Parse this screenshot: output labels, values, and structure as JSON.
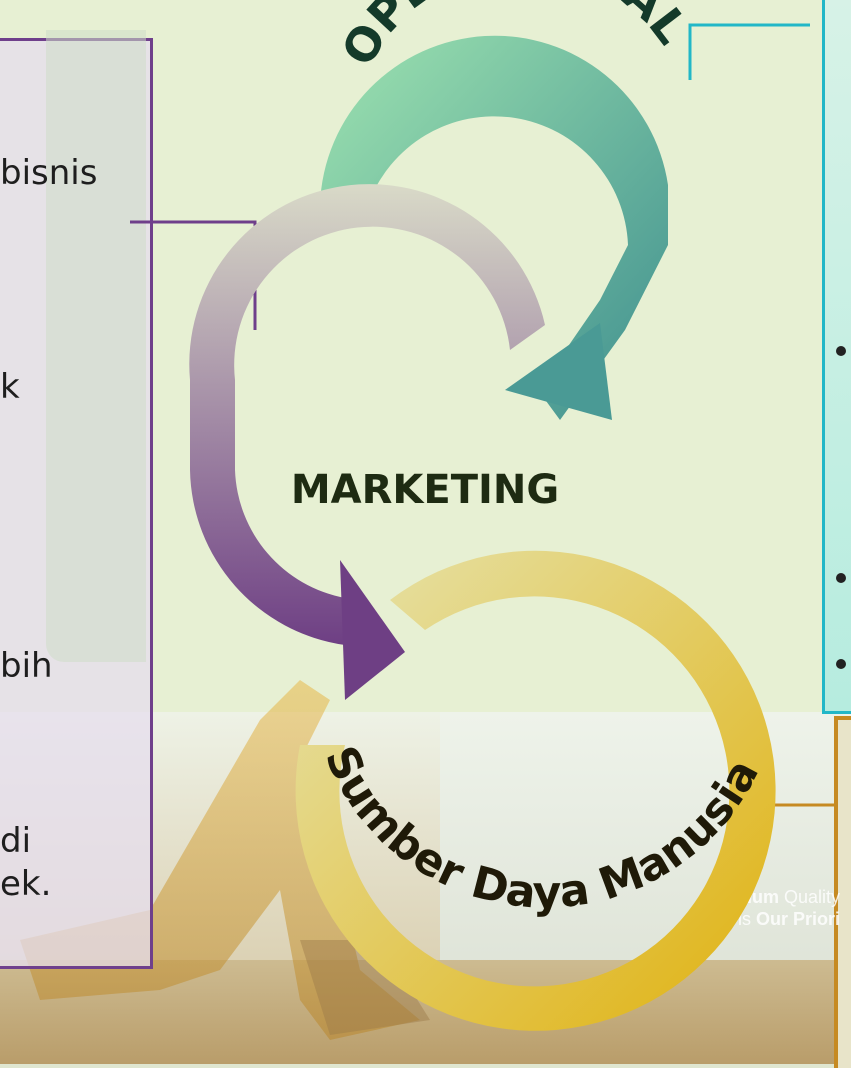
{
  "diagram": {
    "operational_label": "OPERATIONAL",
    "marketing_label": "MARKETING",
    "sdm_label": "Sumber Daya Manusia"
  },
  "left_panel": {
    "line1": "bisnis",
    "line2": "k",
    "line3": "bih",
    "line4": "di",
    "line5": "ek."
  },
  "tagline": {
    "line1_bold": "ium",
    "line1_rest": " Quality",
    "line2_pre": "is ",
    "line2_bold": "Our Priori"
  },
  "colors": {
    "operational_arrow": "#5fb59c",
    "marketing_arrow": "#7a4f8a",
    "sdm_arrow": "#d9b21c",
    "left_border": "#6f3f8b",
    "right_border": "#22b7c7",
    "right_border2": "#c68a22"
  }
}
